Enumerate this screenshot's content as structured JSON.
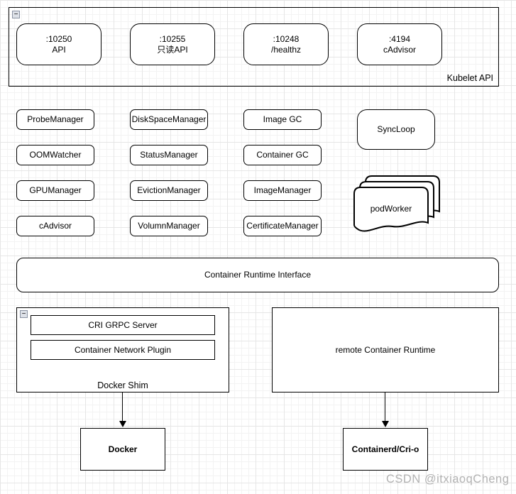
{
  "kubelet_api": {
    "label": "Kubelet API",
    "collapse_icon": "−",
    "endpoints": [
      {
        "port": ":10250",
        "name": "API"
      },
      {
        "port": ":10255",
        "name": "只读API"
      },
      {
        "port": ":10248",
        "name": "/healthz"
      },
      {
        "port": ":4194",
        "name": "cAdvisor"
      }
    ]
  },
  "managers": {
    "column1": [
      "ProbeManager",
      "OOMWatcher",
      "GPUManager",
      "cAdvisor"
    ],
    "column2": [
      "DiskSpaceManager",
      "StatusManager",
      "EvictionManager",
      "VolumnManager"
    ],
    "column3": [
      "Image GC",
      "Container GC",
      "ImageManager",
      "CertificateManager"
    ]
  },
  "sync_loop_label": "SyncLoop",
  "pod_worker_label": "podWorker",
  "cri_label": "Container Runtime Interface",
  "docker_shim": {
    "label": "Docker Shim",
    "collapse_icon": "−",
    "children": [
      "CRI GRPC Server",
      "Container Network Plugin"
    ]
  },
  "remote_runtime_label": "remote Container Runtime",
  "docker_label": "Docker",
  "containerd_label": "Containerd/Cri-o",
  "watermark": "CSDN @itxiaoqCheng",
  "colors": {
    "stroke": "#000000",
    "canvas": "#ffffff",
    "grid_minor": "#f3f3f3",
    "grid_major": "#e6e6e6",
    "watermark": "#b3b3b3",
    "collapse_fill": "#dde1e8",
    "collapse_border": "#8a93a3"
  }
}
